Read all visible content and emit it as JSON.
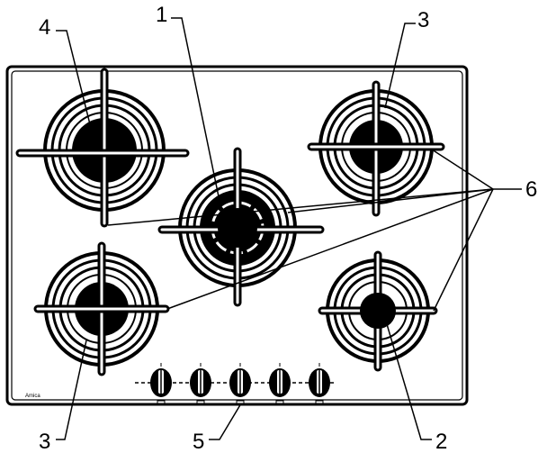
{
  "diagram": {
    "callouts": {
      "wok_burner": "1",
      "auxiliary_burner": "2",
      "semi_rapid_burner_top": "3",
      "semi_rapid_burner_bottom": "3",
      "rapid_burner": "4",
      "control_knobs": "5",
      "pan_supports": "6"
    },
    "brand_mark": "Amica",
    "colors": {
      "ink": "#000000",
      "paper": "#ffffff"
    },
    "icons": [
      "burner-icon",
      "pan-support-icon",
      "control-knob-icon"
    ]
  }
}
